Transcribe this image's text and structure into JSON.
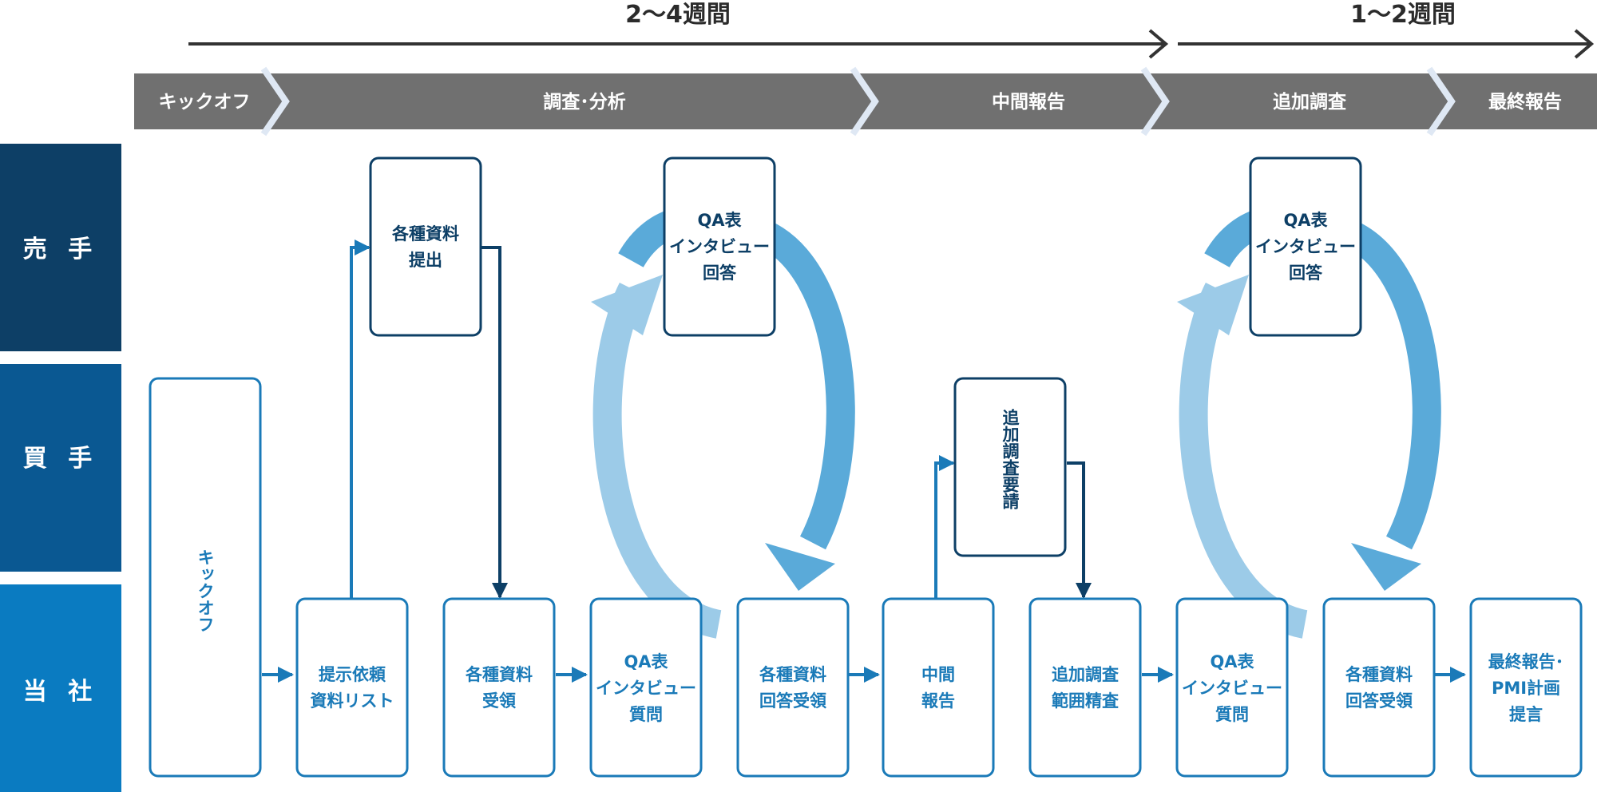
{
  "durations": [
    {
      "label": "2〜4週間"
    },
    {
      "label": "1〜2週間"
    }
  ],
  "phases": [
    {
      "label": "キックオフ"
    },
    {
      "label": "調査･分析"
    },
    {
      "label": "中間報告"
    },
    {
      "label": "追加調査"
    },
    {
      "label": "最終報告"
    }
  ],
  "lanes": [
    {
      "label": "売 手"
    },
    {
      "label": "買 手"
    },
    {
      "label": "当 社"
    }
  ],
  "boxes": {
    "kickoff": {
      "text": "キックオフ"
    },
    "teiji": {
      "lines": [
        "提示依頼",
        "資料リスト"
      ]
    },
    "seller_submit": {
      "lines": [
        "各種資料",
        "提出"
      ]
    },
    "receive": {
      "lines": [
        "各種資料",
        "受領"
      ]
    },
    "qa1": {
      "lines": [
        "QA表",
        "インタビュー",
        "質問"
      ]
    },
    "seller_answer1": {
      "lines": [
        "QA表",
        "インタビュー",
        "回答"
      ]
    },
    "answer_recv1": {
      "lines": [
        "各種資料",
        "回答受領"
      ]
    },
    "interim": {
      "lines": [
        "中間",
        "報告"
      ]
    },
    "buyer_request": {
      "text": "追加調査要請"
    },
    "scope": {
      "lines": [
        "追加調査",
        "範囲精査"
      ]
    },
    "qa2": {
      "lines": [
        "QA表",
        "インタビュー",
        "質問"
      ]
    },
    "seller_answer2": {
      "lines": [
        "QA表",
        "インタビュー",
        "回答"
      ]
    },
    "answer_recv2": {
      "lines": [
        "各種資料",
        "回答受領"
      ]
    },
    "final": {
      "lines": [
        "最終報告･",
        "PMI計画",
        "提言"
      ]
    }
  },
  "colors": {
    "phase_bar": "#707070",
    "chevron": "#dfe8f4",
    "lane_seller": "#0d3f66",
    "lane_buyer": "#0a5892",
    "lane_us": "#0a7bc1",
    "box_us": "#1a7ab8",
    "box_other": "#0d3f66",
    "flow_arrow": "#1a7ab8",
    "cycle_light": "#9ccbe8",
    "cycle_dark": "#5aaad9",
    "timeline": "#333333"
  }
}
